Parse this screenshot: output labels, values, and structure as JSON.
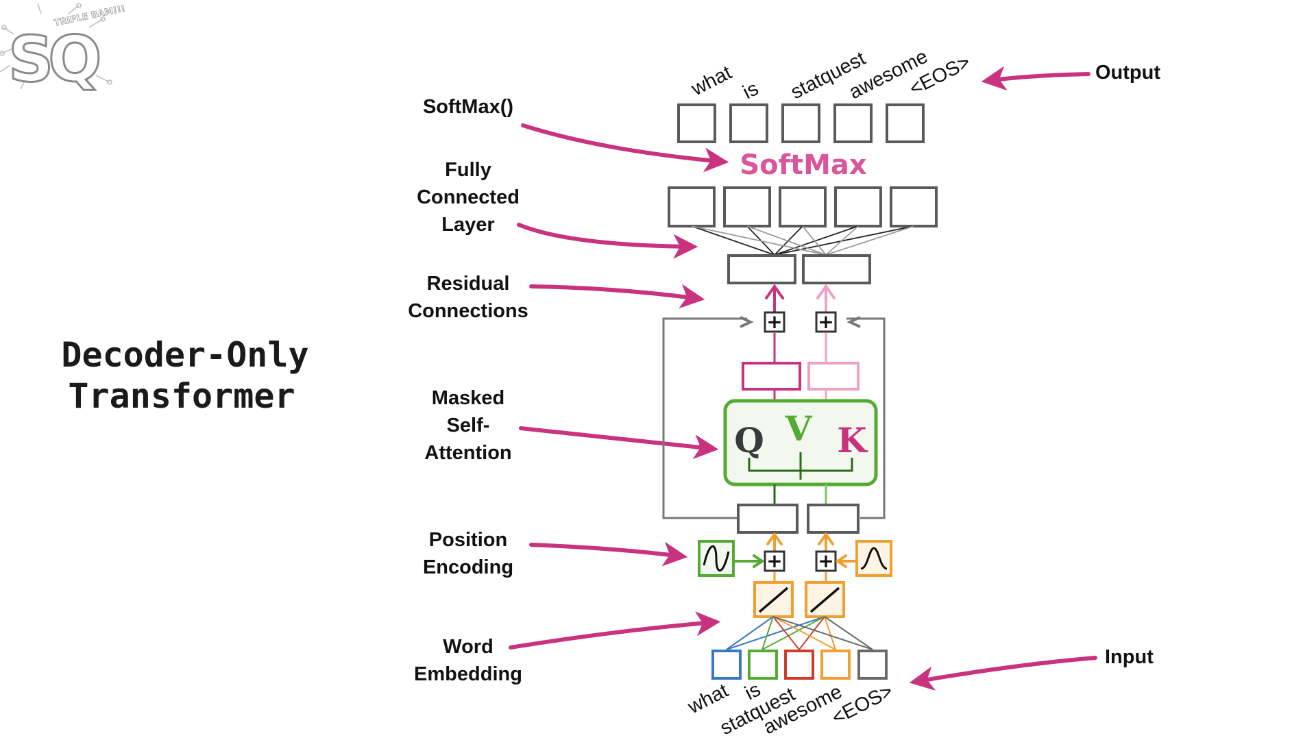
{
  "title": {
    "line1": "Decoder-Only",
    "line2": "Transformer"
  },
  "logo": {
    "letters": "SQ",
    "tagline": "TRIPLE BAM!!!"
  },
  "labels": {
    "softmax_fn": "SoftMax()",
    "fully_connected": [
      "Fully",
      "Connected",
      "Layer"
    ],
    "residual": [
      "Residual",
      "Connections"
    ],
    "masked_attention": [
      "Masked",
      "Self-",
      "Attention"
    ],
    "position_encoding": [
      "Position",
      "Encoding"
    ],
    "word_embedding": [
      "Word",
      "Embedding"
    ],
    "output": "Output",
    "input": "Input"
  },
  "softmax_box_text": "SoftMax",
  "attention_letters": {
    "q": "Q",
    "v": "V",
    "k": "K"
  },
  "output_tokens": [
    "what",
    "is",
    "statquest",
    "awesome",
    "<EOS>"
  ],
  "input_tokens": [
    "what",
    "is",
    "statquest",
    "awesome",
    "<EOS>"
  ],
  "plus_symbol": "+",
  "colors": {
    "arrow": "#c8327e",
    "softmax": "#d9559c",
    "attention_border": "#55aa33",
    "attention_fill": "#f2f8ee",
    "q": "#3a3a3a",
    "v": "#55aa33",
    "k": "#c8327e",
    "embed_orange": "#f0a030",
    "pos_green": "#55aa33",
    "pos_orange": "#f0a030",
    "input_blue": "#3a78c4",
    "input_green": "#55aa33",
    "input_red": "#d43a2a",
    "input_orange": "#f0a030",
    "input_gray": "#6a6a6a",
    "residual_pink": "#c8327e",
    "residual_light_pink": "#f0a0c8"
  }
}
